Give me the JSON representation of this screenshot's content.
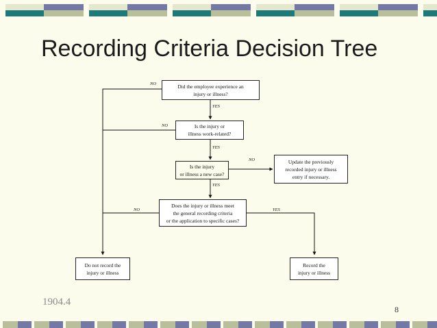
{
  "colors": {
    "teal": "#1e7a7a",
    "slate": "#7378a4",
    "sage": "#b8bf9a",
    "cream": "#e5e7cc",
    "background": "#fcfcec"
  },
  "title": "Recording Criteria Decision Tree",
  "footer_ref": "1904.4",
  "page_number": "8",
  "nodes": {
    "q1": {
      "line1": "Did the employee experience an",
      "line2": "injury or illness?"
    },
    "q2": {
      "line1": "Is the injury or",
      "line2": "illness work-related?"
    },
    "q3": {
      "line1": "Is the injury",
      "line2": "or illness a new case?"
    },
    "q4": {
      "line1": "Does the injury or illness meet",
      "line2": "the general recording criteria",
      "line3": "or the application to specific cases?"
    },
    "update": {
      "line1": "Update the previously",
      "line2": "recorded injury or illness",
      "line3": "entry if necessary."
    },
    "no_record": {
      "line1": "Do not record the",
      "line2": "injury or illness"
    },
    "record": {
      "line1": "Record the",
      "line2": "injury or illness"
    }
  },
  "labels": {
    "q1_no": "NO",
    "q1_yes": "YES",
    "q2_no": "NO",
    "q2_yes": "YES",
    "q3_no": "NO",
    "q3_yes": "YES",
    "q4_no": "NO",
    "q4_yes": "YES"
  }
}
